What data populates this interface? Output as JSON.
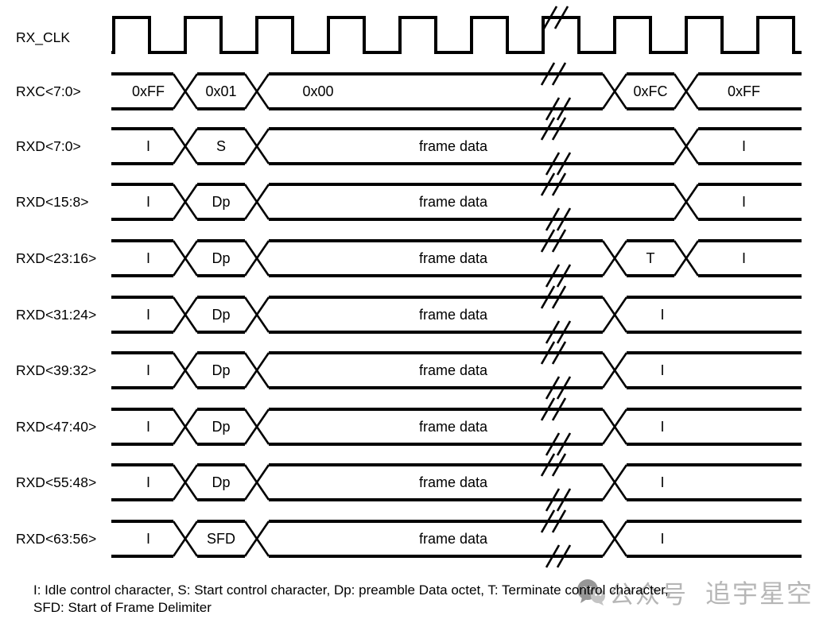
{
  "diagram": {
    "clock": {
      "name": "RX_CLK",
      "cycles_shown": 10,
      "time_break_after_cycle": 7
    },
    "signals": [
      {
        "name": "RXC<7:0>",
        "transitions": [
          1,
          2,
          7,
          8
        ],
        "segments": [
          "0xFF",
          "0x01",
          "0x00",
          "0xFC",
          "0xFF"
        ]
      },
      {
        "name": "RXD<7:0>",
        "transitions": [
          1,
          2,
          8
        ],
        "segments": [
          "I",
          "S",
          "frame data",
          "I"
        ]
      },
      {
        "name": "RXD<15:8>",
        "transitions": [
          1,
          2,
          8
        ],
        "segments": [
          "I",
          "Dp",
          "frame data",
          "I"
        ]
      },
      {
        "name": "RXD<23:16>",
        "transitions": [
          1,
          2,
          7,
          8
        ],
        "segments": [
          "I",
          "Dp",
          "frame data",
          "T",
          "I"
        ]
      },
      {
        "name": "RXD<31:24>",
        "transitions": [
          1,
          2,
          7
        ],
        "segments": [
          "I",
          "Dp",
          "frame data",
          "I"
        ]
      },
      {
        "name": "RXD<39:32>",
        "transitions": [
          1,
          2,
          7
        ],
        "segments": [
          "I",
          "Dp",
          "frame data",
          "I"
        ]
      },
      {
        "name": "RXD<47:40>",
        "transitions": [
          1,
          2,
          7
        ],
        "segments": [
          "I",
          "Dp",
          "frame data",
          "I"
        ]
      },
      {
        "name": "RXD<55:48>",
        "transitions": [
          1,
          2,
          7
        ],
        "segments": [
          "I",
          "Dp",
          "frame data",
          "I"
        ]
      },
      {
        "name": "RXD<63:56>",
        "transitions": [
          1,
          2,
          7
        ],
        "segments": [
          "I",
          "SFD",
          "frame data",
          "I"
        ]
      }
    ],
    "colors": {
      "line": "#000000",
      "text": "#000000",
      "watermark": "#b6b6b6"
    }
  },
  "legend": {
    "line1": "I: Idle control character, S: Start control character, Dp: preamble Data octet, T: Terminate control character,",
    "line2": "SFD: Start of Frame Delimiter"
  },
  "watermark": {
    "icon_name": "wechat-bubbles-icon",
    "label": "公众号",
    "account": "追宇星空"
  }
}
